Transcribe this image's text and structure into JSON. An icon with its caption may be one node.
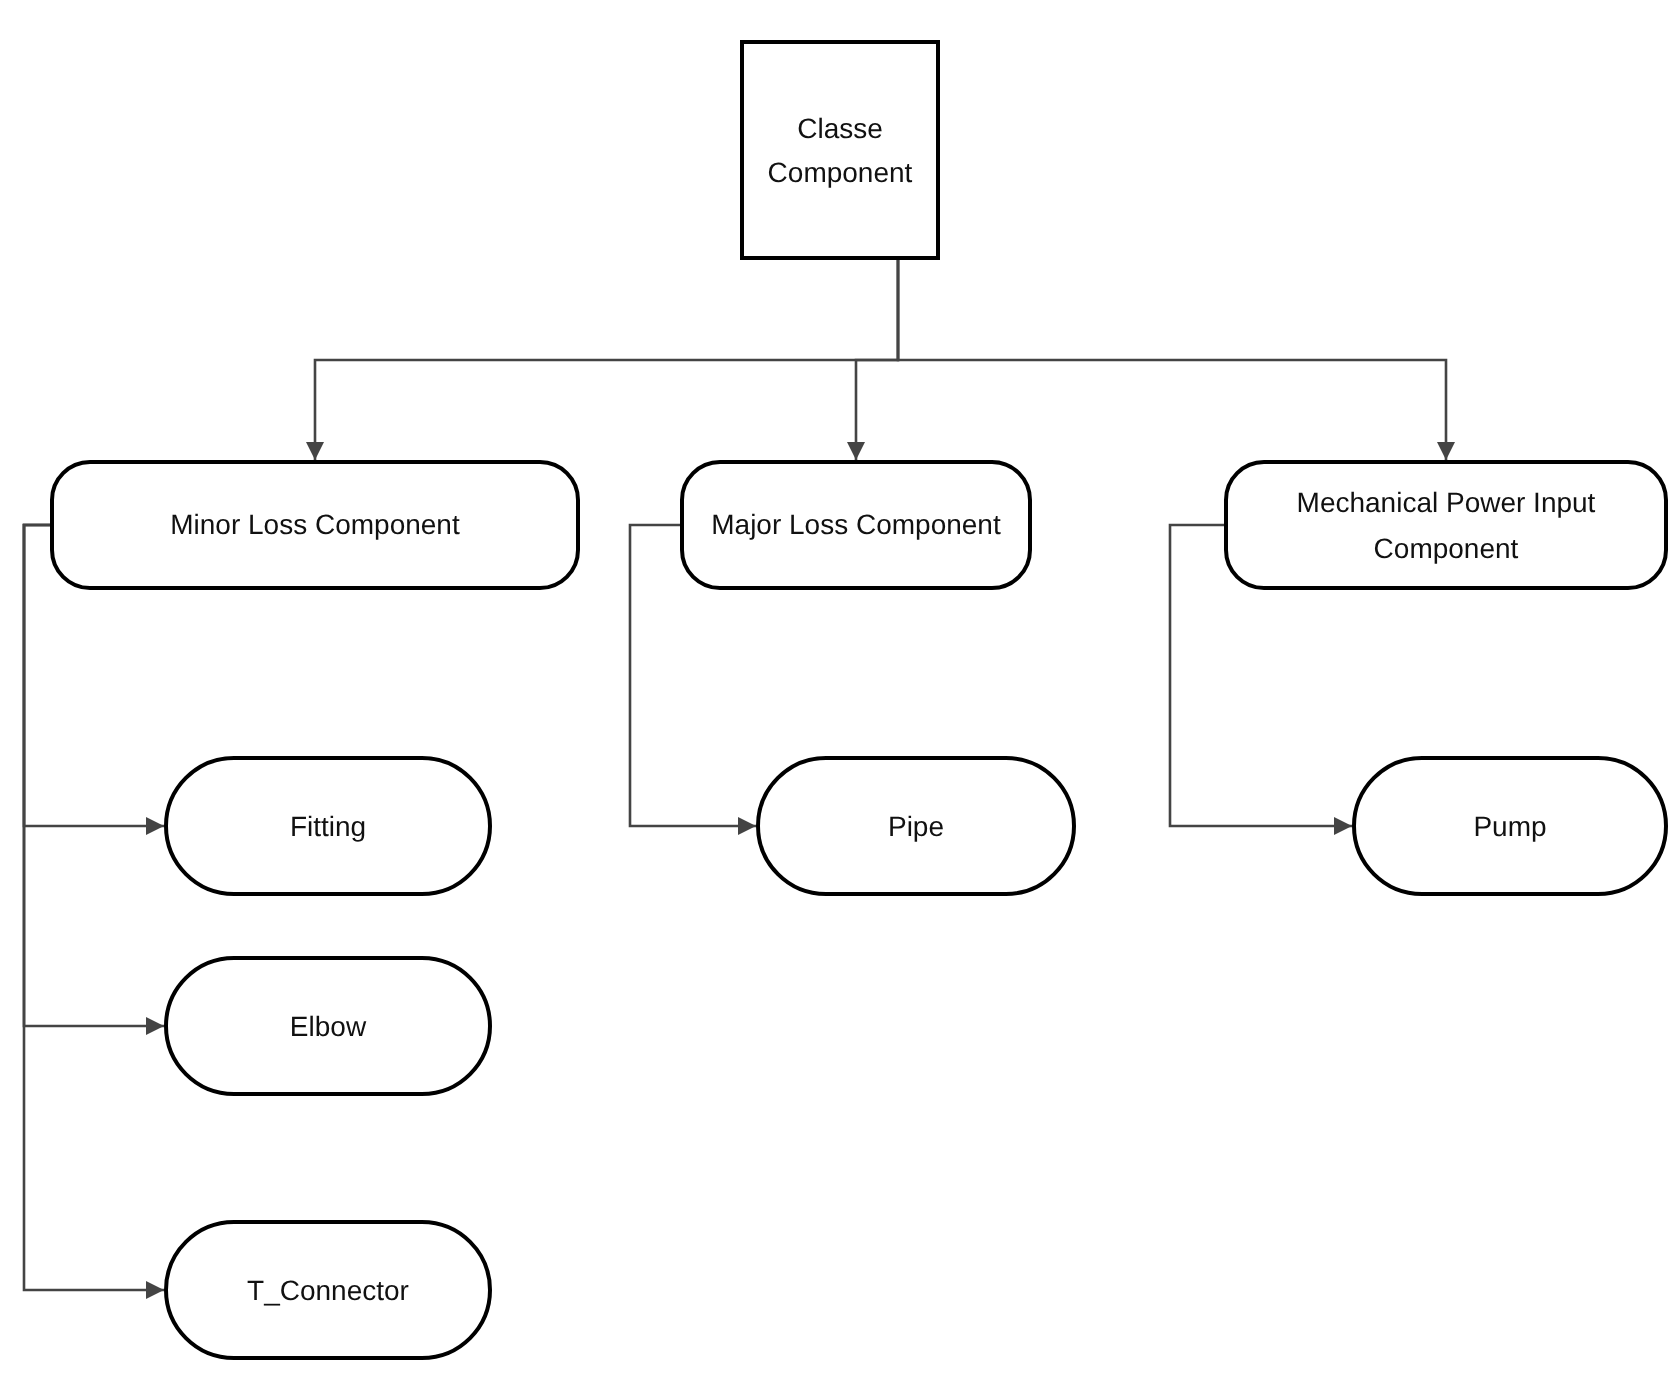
{
  "diagram": {
    "nodes": [
      {
        "text": [
          "Classe Component"
        ]
      },
      {
        "text": [
          "Minor Loss Component"
        ]
      },
      {
        "text": [
          "Major Loss Component"
        ]
      },
      {
        "text": [
          "Mechanical Power Input Component"
        ]
      },
      {
        "text": [
          "Fitting"
        ]
      },
      {
        "text": [
          "Elbow"
        ]
      },
      {
        "text": [
          "T_Connector"
        ]
      },
      {
        "text": [
          "Pipe"
        ]
      },
      {
        "text": [
          "Pump"
        ]
      }
    ],
    "edges": [
      {
        "from": 0,
        "to": 1,
        "arrow": "to"
      },
      {
        "from": 0,
        "to": 2,
        "arrow": "to"
      },
      {
        "from": 0,
        "to": 3,
        "arrow": "to"
      },
      {
        "from": 1,
        "to": 4,
        "arrow": "to"
      },
      {
        "from": 1,
        "to": 5,
        "arrow": "to"
      },
      {
        "from": 1,
        "to": 6,
        "arrow": "to"
      },
      {
        "from": 2,
        "to": 7,
        "arrow": "to"
      },
      {
        "from": 3,
        "to": 8,
        "arrow": "to"
      }
    ]
  }
}
